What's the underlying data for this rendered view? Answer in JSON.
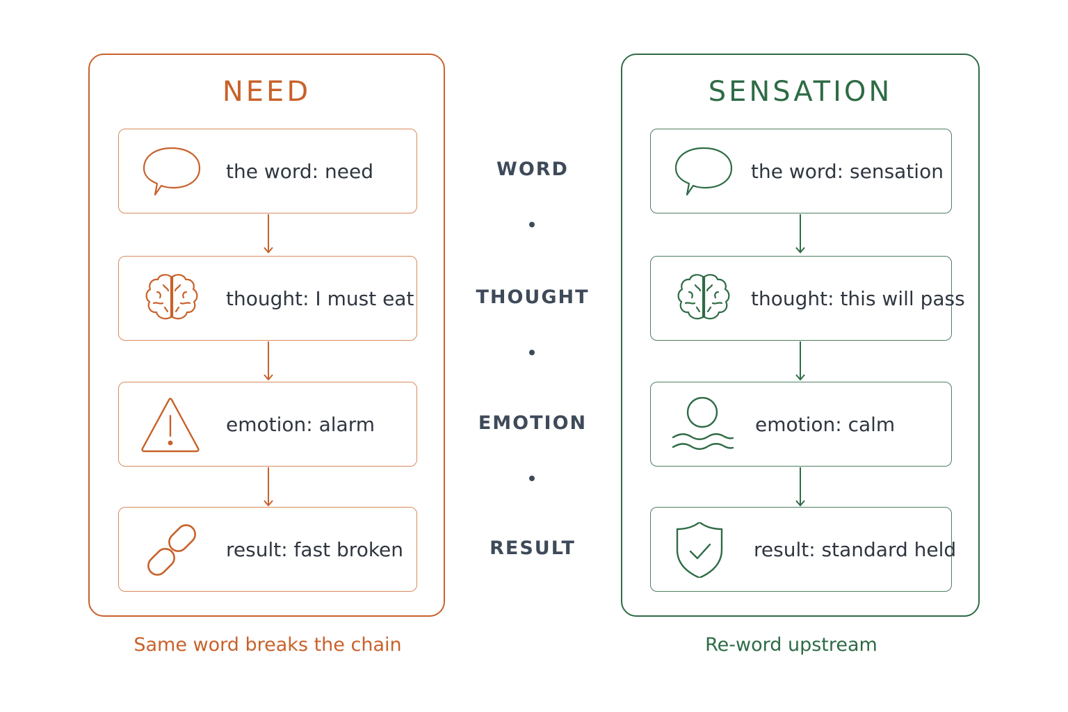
{
  "left_panel": {
    "title": "NEED",
    "accent_color": "#c8612a",
    "steps": [
      {
        "icon": "speech-bubble-icon",
        "label": "the word: need"
      },
      {
        "icon": "brain-icon",
        "label": "thought: I must eat"
      },
      {
        "icon": "warning-triangle-icon",
        "label": "emotion: alarm"
      },
      {
        "icon": "broken-chain-link-icon",
        "label": "result: fast broken"
      }
    ],
    "caption": "Same word breaks the chain"
  },
  "right_panel": {
    "title": "SENSATION",
    "accent_color": "#2e6b45",
    "steps": [
      {
        "icon": "speech-bubble-icon",
        "label": "the word: sensation"
      },
      {
        "icon": "brain-icon",
        "label": "thought: this will pass"
      },
      {
        "icon": "calm-water-icon",
        "label": "emotion: calm"
      },
      {
        "icon": "shield-check-icon",
        "label": "result: standard held"
      }
    ],
    "caption": "Re-word upstream"
  },
  "middle_labels": [
    "WORD",
    "THOUGHT",
    "EMOTION",
    "RESULT"
  ]
}
